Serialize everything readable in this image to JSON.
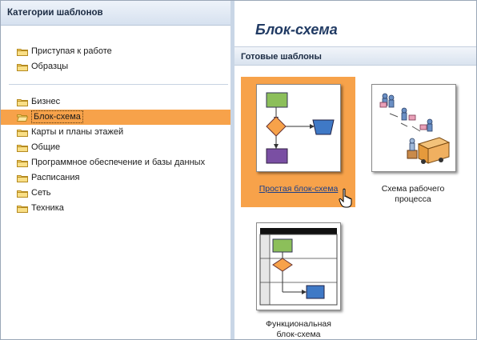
{
  "left_panel": {
    "header": "Категории шаблонов",
    "group1": [
      {
        "label": "Приступая к работе"
      },
      {
        "label": "Образцы"
      }
    ],
    "group2": [
      {
        "label": "Бизнес"
      },
      {
        "label": "Блок-схема",
        "selected": true
      },
      {
        "label": "Карты и планы этажей"
      },
      {
        "label": "Общие"
      },
      {
        "label": "Программное обеспечение и базы данных"
      },
      {
        "label": "Расписания"
      },
      {
        "label": "Сеть"
      },
      {
        "label": "Техника"
      }
    ]
  },
  "right_panel": {
    "title": "Блок-схема",
    "section": "Готовые шаблоны",
    "templates": [
      {
        "caption": "Простая блок-схема",
        "selected": true
      },
      {
        "caption_line1": "Схема рабочего",
        "caption_line2": "процесса"
      },
      {
        "caption_line1": "Функциональная",
        "caption_line2": "блок-схема"
      }
    ]
  },
  "icons": {
    "folder": "folder-icon",
    "cursor": "hand-pointer-icon"
  },
  "colors": {
    "selection": "#f7a24a",
    "title": "#203a63",
    "panel_header": "#d6e1ef"
  }
}
